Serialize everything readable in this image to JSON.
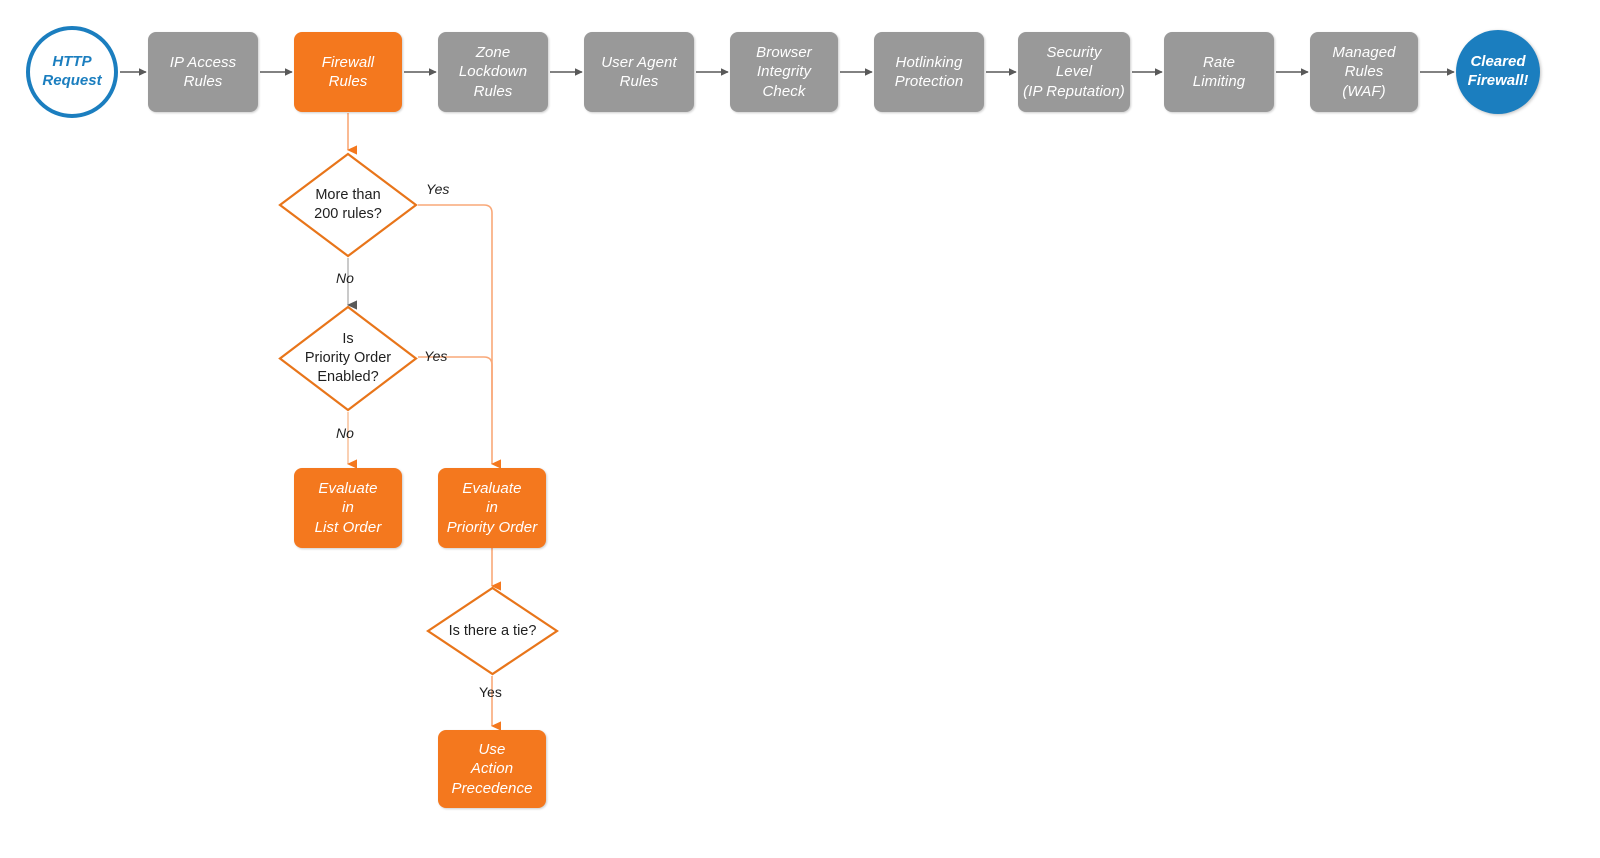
{
  "diagram": {
    "title": "Cloudflare request firewall evaluation order",
    "colors": {
      "grey_node": "#999999",
      "orange_node": "#F4781E",
      "blue_node": "#1B7EBF",
      "grey_arrow": "#595959",
      "orange_arrow": "#F4781E",
      "orange_line_light": "#F9A878",
      "text_dark": "#1f1f1f"
    }
  },
  "pipeline": {
    "start": {
      "label": "HTTP\nRequest"
    },
    "steps": [
      {
        "id": "ip-access-rules",
        "label": "IP Access\nRules",
        "style": "grey"
      },
      {
        "id": "firewall-rules",
        "label": "Firewall\nRules",
        "style": "orange"
      },
      {
        "id": "zone-lockdown-rules",
        "label": "Zone\nLockdown\nRules",
        "style": "grey"
      },
      {
        "id": "user-agent-rules",
        "label": "User Agent\nRules",
        "style": "grey"
      },
      {
        "id": "browser-integrity-check",
        "label": "Browser\nIntegrity\nCheck",
        "style": "grey"
      },
      {
        "id": "hotlinking-protection",
        "label": "Hotlinking\nProtection",
        "style": "grey"
      },
      {
        "id": "security-level",
        "label": "Security\nLevel\n(IP Reputation)",
        "style": "grey"
      },
      {
        "id": "rate-limiting",
        "label": "Rate\nLimiting",
        "style": "grey"
      },
      {
        "id": "managed-rules-waf",
        "label": "Managed\nRules\n(WAF)",
        "style": "grey"
      }
    ],
    "end": {
      "label": "Cleared\nFirewall!"
    }
  },
  "decisions": [
    {
      "id": "more-than-200-rules",
      "label": "More than\n200 rules?"
    },
    {
      "id": "is-priority-order-enabled",
      "label": "Is\nPriority Order\nEnabled?"
    },
    {
      "id": "is-there-a-tie",
      "label": "Is there a tie?"
    }
  ],
  "outcomes": [
    {
      "id": "evaluate-in-list-order",
      "label": "Evaluate\nin\nList Order"
    },
    {
      "id": "evaluate-in-priority-order",
      "label": "Evaluate\nin\nPriority Order"
    },
    {
      "id": "use-action-precedence",
      "label": "Use\nAction\nPrecedence"
    }
  ],
  "edge_labels": {
    "rules_yes": "Yes",
    "rules_no": "No",
    "priority_yes": "Yes",
    "priority_no": "No",
    "tie_yes": "Yes"
  }
}
